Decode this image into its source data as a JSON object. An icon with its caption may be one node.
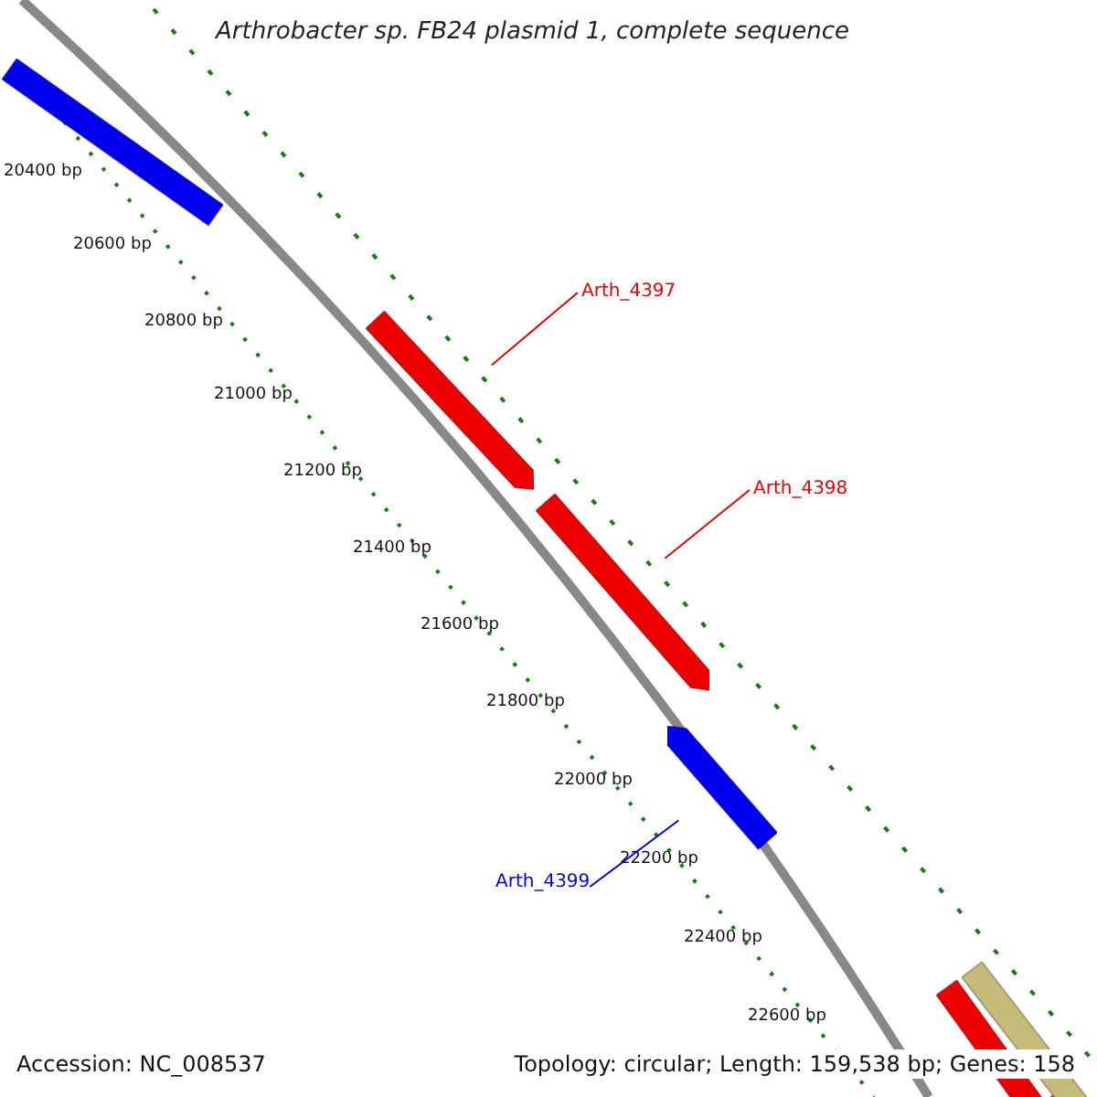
{
  "diagram": {
    "title": "Arthrobacter sp. FB24 plasmid 1, complete sequence",
    "nodes": [
      {
        "text": [],
        "shape": "bar"
      },
      {
        "text": [
          "Arth_4397"
        ]
      },
      {
        "text": [],
        "shape": "bar"
      },
      {
        "text": [
          "Arth_4398"
        ]
      },
      {
        "text": [],
        "shape": "bar"
      },
      {
        "text": [],
        "shape": "bar"
      },
      {
        "text": [
          "Arth_4399"
        ]
      },
      {
        "text": [],
        "shape": "bar"
      },
      {
        "text": [],
        "shape": "bar"
      },
      {
        "text": [],
        "shape": "bar"
      }
    ],
    "edges": [
      {
        "from": 1,
        "to": 2,
        "arrow": "none"
      },
      {
        "from": 3,
        "to": 4,
        "arrow": "none"
      },
      {
        "from": 6,
        "to": 5,
        "arrow": "none",
        "color": "#0000dd"
      }
    ],
    "labels": [
      "20400 bp",
      "20600 bp",
      "20800 bp",
      "21000 bp",
      "21200 bp",
      "21400 bp",
      "21600 bp",
      "21800 bp",
      "22000 bp",
      "22200 bp",
      "22400 bp",
      "22600 bp",
      "Accession: NC_008537",
      "Topology: circular; Length: 159,538 bp; Genes: 158"
    ]
  }
}
